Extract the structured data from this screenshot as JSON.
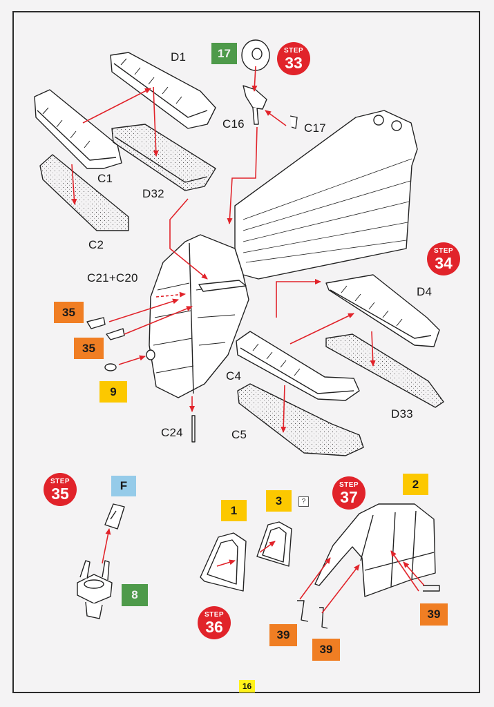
{
  "steps": [
    {
      "word": "STEP",
      "number": "33"
    },
    {
      "word": "STEP",
      "number": "34"
    },
    {
      "word": "STEP",
      "number": "35"
    },
    {
      "word": "STEP",
      "number": "36"
    },
    {
      "word": "STEP",
      "number": "37"
    }
  ],
  "parts": {
    "d1": "D1",
    "c1": "C1",
    "d32": "D32",
    "c2": "C2",
    "c16": "C16",
    "c17": "C17",
    "c21_c20": "C21+C20",
    "d4": "D4",
    "c4": "C4",
    "d33": "D33",
    "c24": "C24",
    "c5": "C5"
  },
  "callouts": {
    "step33_color": "17",
    "step34_a": "35",
    "step34_b": "35",
    "step34_c": "9",
    "step35_decal": "F",
    "step35_color": "8",
    "step36_color_a": "1",
    "step36_color_b": "3",
    "step36_unknown": "?",
    "step37_color": "2",
    "step37_a": "39",
    "step37_b": "39",
    "step37_c": "39"
  },
  "page_number": "16",
  "colors": {
    "step_badge": "#e1232a",
    "arrow": "#e1232a",
    "orange_callout": "#f07e23",
    "yellow_callout": "#fcc800",
    "green_callout": "#4e9a4a",
    "blue_callout": "#95cbe9",
    "page_number_bg": "#fff21a"
  }
}
